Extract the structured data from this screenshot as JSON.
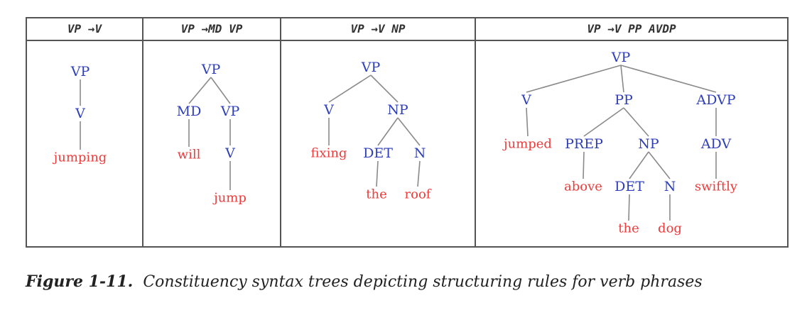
{
  "rules": [
    "VP →V",
    "VP →MD VP",
    "VP →V NP",
    "VP →V PP AVDP"
  ],
  "trees": [
    {
      "nodes": [
        {
          "id": "vp",
          "text": "VP",
          "kind": "cat"
        },
        {
          "id": "v",
          "text": "V",
          "kind": "cat"
        },
        {
          "id": "w1",
          "text": "jumping",
          "kind": "word"
        }
      ],
      "edges": [
        [
          "vp",
          "v"
        ],
        [
          "v",
          "w1"
        ]
      ]
    },
    {
      "nodes": [
        {
          "id": "vp",
          "text": "VP",
          "kind": "cat"
        },
        {
          "id": "md",
          "text": "MD",
          "kind": "cat"
        },
        {
          "id": "vp2",
          "text": "VP",
          "kind": "cat"
        },
        {
          "id": "will",
          "text": "will",
          "kind": "word"
        },
        {
          "id": "v",
          "text": "V",
          "kind": "cat"
        },
        {
          "id": "jump",
          "text": "jump",
          "kind": "word"
        }
      ],
      "edges": [
        [
          "vp",
          "md"
        ],
        [
          "vp",
          "vp2"
        ],
        [
          "md",
          "will"
        ],
        [
          "vp2",
          "v"
        ],
        [
          "v",
          "jump"
        ]
      ]
    },
    {
      "nodes": [
        {
          "id": "vp",
          "text": "VP",
          "kind": "cat"
        },
        {
          "id": "v",
          "text": "V",
          "kind": "cat"
        },
        {
          "id": "np",
          "text": "NP",
          "kind": "cat"
        },
        {
          "id": "fixing",
          "text": "fixing",
          "kind": "word"
        },
        {
          "id": "det",
          "text": "DET",
          "kind": "cat"
        },
        {
          "id": "n",
          "text": "N",
          "kind": "cat"
        },
        {
          "id": "the",
          "text": "the",
          "kind": "word"
        },
        {
          "id": "roof",
          "text": "roof",
          "kind": "word"
        }
      ],
      "edges": [
        [
          "vp",
          "v"
        ],
        [
          "vp",
          "np"
        ],
        [
          "v",
          "fixing"
        ],
        [
          "np",
          "det"
        ],
        [
          "np",
          "n"
        ],
        [
          "det",
          "the"
        ],
        [
          "n",
          "roof"
        ]
      ]
    },
    {
      "nodes": [
        {
          "id": "vp",
          "text": "VP",
          "kind": "cat"
        },
        {
          "id": "v",
          "text": "V",
          "kind": "cat"
        },
        {
          "id": "pp",
          "text": "PP",
          "kind": "cat"
        },
        {
          "id": "advp",
          "text": "ADVP",
          "kind": "cat"
        },
        {
          "id": "jumped",
          "text": "jumped",
          "kind": "word"
        },
        {
          "id": "prep",
          "text": "PREP",
          "kind": "cat"
        },
        {
          "id": "np",
          "text": "NP",
          "kind": "cat"
        },
        {
          "id": "adv",
          "text": "ADV",
          "kind": "cat"
        },
        {
          "id": "above",
          "text": "above",
          "kind": "word"
        },
        {
          "id": "det",
          "text": "DET",
          "kind": "cat"
        },
        {
          "id": "n",
          "text": "N",
          "kind": "cat"
        },
        {
          "id": "swiftly",
          "text": "swiftly",
          "kind": "word"
        },
        {
          "id": "the",
          "text": "the",
          "kind": "word"
        },
        {
          "id": "dog",
          "text": "dog",
          "kind": "word"
        }
      ],
      "edges": [
        [
          "vp",
          "v"
        ],
        [
          "vp",
          "pp"
        ],
        [
          "vp",
          "advp"
        ],
        [
          "v",
          "jumped"
        ],
        [
          "pp",
          "prep"
        ],
        [
          "pp",
          "np"
        ],
        [
          "advp",
          "adv"
        ],
        [
          "prep",
          "above"
        ],
        [
          "np",
          "det"
        ],
        [
          "np",
          "n"
        ],
        [
          "adv",
          "swiftly"
        ],
        [
          "det",
          "the"
        ],
        [
          "n",
          "dog"
        ]
      ]
    }
  ],
  "caption": {
    "label": "Figure 1-11.",
    "text": "Constituency syntax trees depicting structuring rules for verb phrases"
  }
}
